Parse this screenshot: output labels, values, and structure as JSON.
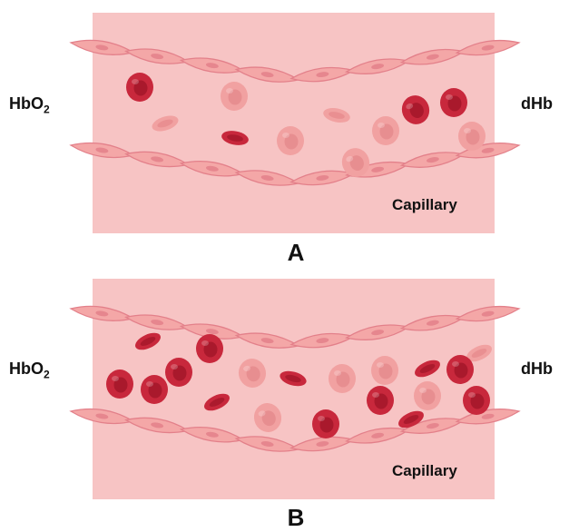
{
  "labels": {
    "oxygenated_main": "HbO",
    "oxygenated_sub": "2",
    "deoxygenated": "dHb",
    "vessel": "Capillary"
  },
  "panels": [
    {
      "letter": "A",
      "cells": [
        {
          "type": "oxy",
          "shape": "round"
        },
        {
          "type": "deoxy",
          "shape": "round"
        },
        {
          "type": "deoxy",
          "shape": "side"
        },
        {
          "type": "oxy",
          "shape": "side"
        },
        {
          "type": "deoxy",
          "shape": "round"
        },
        {
          "type": "deoxy",
          "shape": "side"
        },
        {
          "type": "deoxy",
          "shape": "round"
        },
        {
          "type": "oxy",
          "shape": "round"
        },
        {
          "type": "oxy",
          "shape": "round"
        },
        {
          "type": "deoxy",
          "shape": "round"
        },
        {
          "type": "deoxy",
          "shape": "round"
        }
      ]
    },
    {
      "letter": "B",
      "cells": [
        {
          "type": "oxy",
          "shape": "side"
        },
        {
          "type": "oxy",
          "shape": "round"
        },
        {
          "type": "oxy",
          "shape": "round"
        },
        {
          "type": "oxy",
          "shape": "round"
        },
        {
          "type": "oxy",
          "shape": "round"
        },
        {
          "type": "oxy",
          "shape": "side"
        },
        {
          "type": "deoxy",
          "shape": "round"
        },
        {
          "type": "oxy",
          "shape": "side"
        },
        {
          "type": "deoxy",
          "shape": "round"
        },
        {
          "type": "deoxy",
          "shape": "round"
        },
        {
          "type": "oxy",
          "shape": "side"
        },
        {
          "type": "deoxy",
          "shape": "side"
        },
        {
          "type": "oxy",
          "shape": "round"
        },
        {
          "type": "oxy",
          "shape": "round"
        },
        {
          "type": "deoxy",
          "shape": "round"
        },
        {
          "type": "oxy",
          "shape": "round"
        },
        {
          "type": "deoxy",
          "shape": "round"
        },
        {
          "type": "oxy",
          "shape": "side"
        },
        {
          "type": "oxy",
          "shape": "round"
        }
      ]
    }
  ],
  "colors": {
    "background_panel": "#f7c4c4",
    "endothelium_fill": "#f4a7a7",
    "endothelium_stroke": "#e3808a",
    "oxygenated_rbc": "#c8283c",
    "oxygenated_rbc_center": "#a11528",
    "deoxygenated_rbc": "#f1a1a1",
    "deoxygenated_rbc_center": "#e58a8c"
  }
}
